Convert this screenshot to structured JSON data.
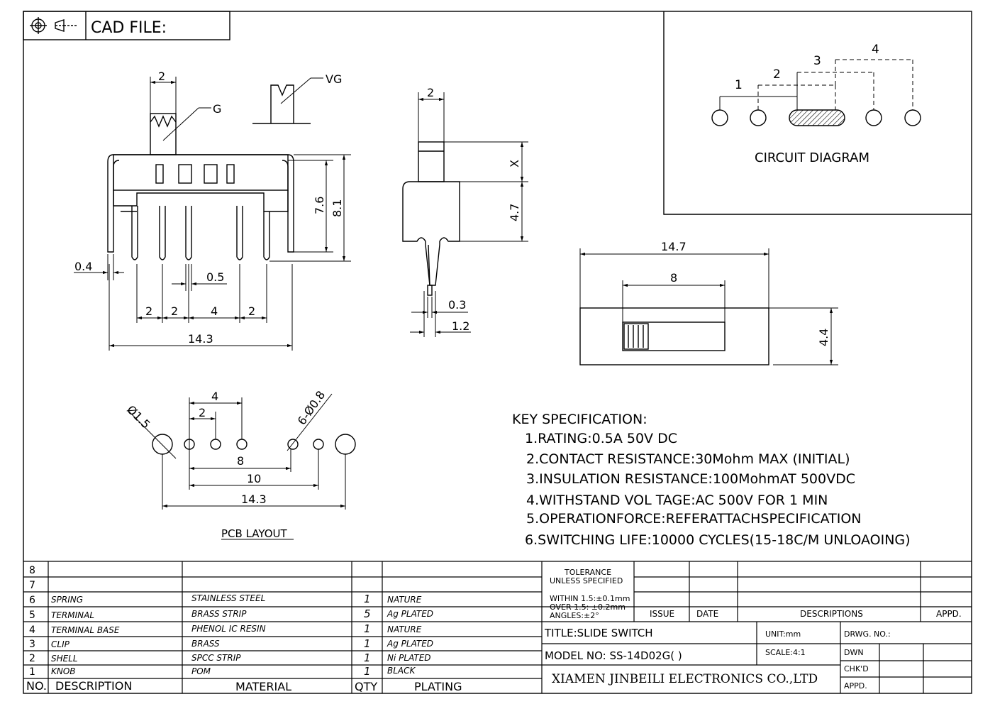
{
  "header": {
    "cad_file_label": "CAD FILE:"
  },
  "drawing": {
    "callouts": {
      "g": "G",
      "vg": "VG"
    },
    "front_view": {
      "dims": {
        "knob_width": "2",
        "height_short": "7.6",
        "height_tall": "8.1",
        "pin_thickness": "0.4",
        "pin_width": "0.5",
        "pitch_a": "2",
        "pitch_b": "2",
        "pitch_c": "4",
        "pitch_d": "2",
        "overall_width": "14.3"
      }
    },
    "side_view": {
      "dims": {
        "knob_width": "2",
        "knob_height": "X",
        "body_height": "4.7",
        "pin_thickness": "0.3",
        "pin_span": "1.2"
      }
    },
    "top_view": {
      "dims": {
        "overall_length": "14.7",
        "travel": "8",
        "width": "4.4"
      }
    },
    "pcb_layout": {
      "title": "PCB LAYOUT",
      "dims": {
        "mount_hole": "Ø1.5",
        "pin_holes": "6-Ø0.8",
        "pitch_small": "2",
        "pitch_large": "4",
        "span_8": "8",
        "span_10": "10",
        "span_total": "14.3"
      }
    },
    "circuit_diagram": {
      "title": "CIRCUIT DIAGRAM",
      "labels": [
        "1",
        "2",
        "3",
        "4"
      ]
    }
  },
  "specifications": {
    "title": "KEY SPECIFICATION:",
    "items": [
      "1.RATING:0.5A 50V DC",
      "2.CONTACT RESISTANCE:30Mohm MAX (INITIAL)",
      "3.INSULATION RESISTANCE:100MohmAT 500VDC",
      "4.WITHSTAND VOL TAGE:AC 500V FOR 1 MIN",
      "5.OPERATIONFORCE:REFERATTACHSPECIFICATION",
      "6.SWITCHING LIFE:10000 CYCLES(15-18C/M UNLOAOING)"
    ]
  },
  "bom": {
    "headers": {
      "no": "NO.",
      "description": "DESCRIPTION",
      "material": "MATERIAL",
      "qty": "QTY",
      "plating": "PLATING"
    },
    "rows": [
      {
        "no": "8",
        "description": "",
        "material": "",
        "qty": "",
        "plating": ""
      },
      {
        "no": "7",
        "description": "",
        "material": "",
        "qty": "",
        "plating": ""
      },
      {
        "no": "6",
        "description": "SPRING",
        "material": "STAINLESS STEEL",
        "qty": "1",
        "plating": "NATURE"
      },
      {
        "no": "5",
        "description": "TERMINAL",
        "material": "BRASS STRIP",
        "qty": "5",
        "plating": "Ag PLATED"
      },
      {
        "no": "4",
        "description": "TERMINAL BASE",
        "material": "PHENOL IC RESIN",
        "qty": "1",
        "plating": "NATURE"
      },
      {
        "no": "3",
        "description": "CLIP",
        "material": "BRASS",
        "qty": "1",
        "plating": "Ag PLATED"
      },
      {
        "no": "2",
        "description": "SHELL",
        "material": "SPCC STRIP",
        "qty": "1",
        "plating": "Ni PLATED"
      },
      {
        "no": "1",
        "description": "KNOB",
        "material": "POM",
        "qty": "1",
        "plating": "BLACK"
      }
    ]
  },
  "title_block": {
    "tolerance_title_1": "TOLERANCE",
    "tolerance_title_2": "UNLESS SPECIFIED",
    "tolerance_line_1": "WITHIN 1.5:±0.1mm",
    "tolerance_line_2": "OVER 1.5:  ±0.2mm",
    "tolerance_line_3": "ANGLES:±2°",
    "issue": "ISSUE",
    "date": "DATE",
    "descriptions": "DESCRIPTIONS",
    "appd_top": "APPD.",
    "title": "TITLE:SLIDE SWITCH",
    "unit": "UNIT:mm",
    "drwg_no": "DRWG. NO.:",
    "model": "MODEL NO: SS-14D02G( )",
    "scale": "SCALE:4:1",
    "dwn": "DWN",
    "chkd": "CHK'D",
    "appd": "APPD.",
    "company": "XIAMEN JINBEILI ELECTRONICS CO.,LTD"
  }
}
